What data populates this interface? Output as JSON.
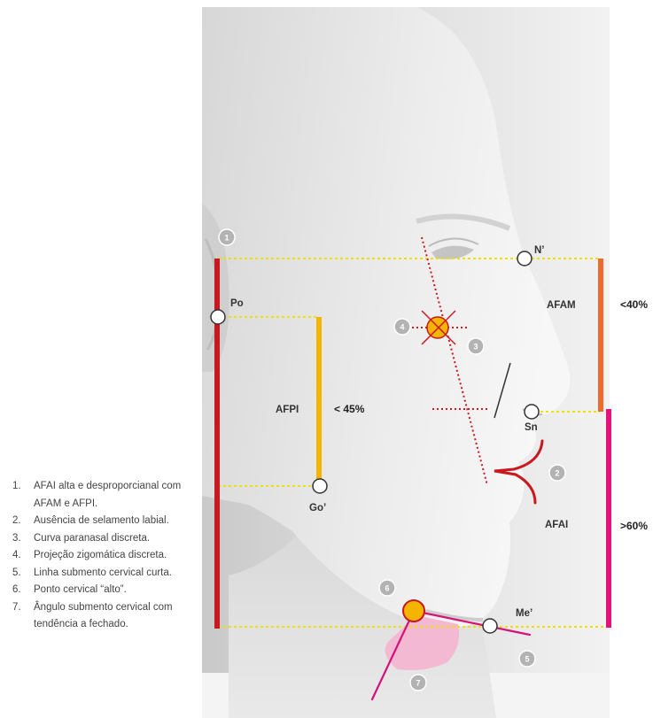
{
  "landmarks": {
    "n": "N’",
    "po": "Po",
    "sn": "Sn",
    "go": "Go’",
    "me": "Me’"
  },
  "measures": {
    "afam": "AFAM",
    "afam_value": "<40%",
    "afpi": "AFPI",
    "afpi_value": "< 45%",
    "afai": "AFAI",
    "afai_value": ">60%"
  },
  "badges": [
    "1",
    "2",
    "3",
    "4",
    "5",
    "6",
    "7"
  ],
  "legend": [
    {
      "num": "1.",
      "text": "AFAI alta e desproporcianal com AFAM e AFPI."
    },
    {
      "num": "2.",
      "text": "Ausência de selamento labial."
    },
    {
      "num": "3.",
      "text": "Curva paranasal discreta."
    },
    {
      "num": "4.",
      "text": "Projeção zigomática discreta."
    },
    {
      "num": "5.",
      "text": "Linha submento cervical curta."
    },
    {
      "num": "6.",
      "text": "Ponto cervical “alto”."
    },
    {
      "num": "7.",
      "text": "Ângulo submento cervical com tendência a fechado."
    }
  ],
  "colors": {
    "afai_red_bar": "#c8191f",
    "afpi_yellow_bar": "#f5b400",
    "afam_orange_bar": "#ef6a2c",
    "afai_magenta_bar": "#e4127c",
    "guide_dotted_yellow": "#f0e000",
    "red_dotted": "#c8191f",
    "badge_gray": "#b3b3b3",
    "angle_pink": "#f4b9d2",
    "cervical_point": "#f5b400"
  }
}
